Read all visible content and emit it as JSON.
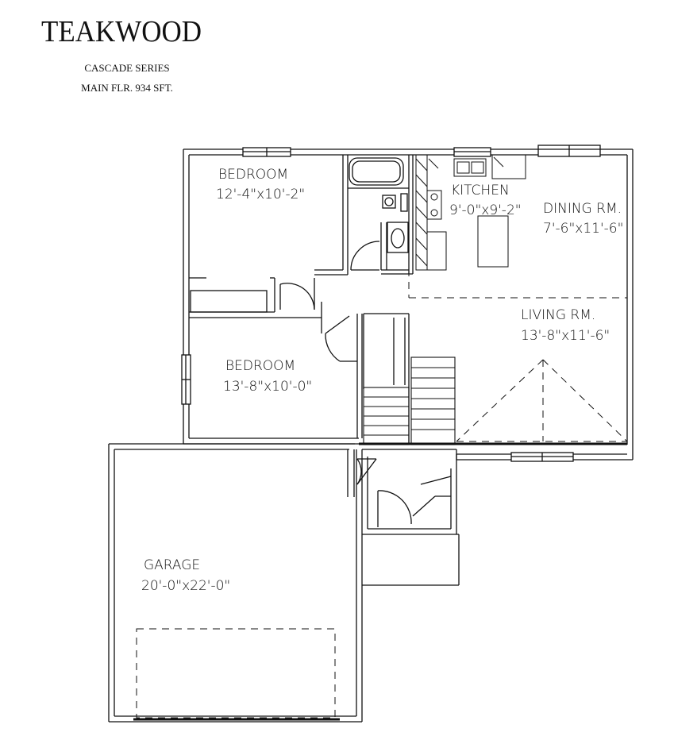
{
  "header": {
    "title": "TEAKWOOD",
    "series": "CASCADE SERIES",
    "area": "MAIN FLR. 934 SFT."
  },
  "rooms": {
    "bedroom1": {
      "name": "BEDROOM",
      "dims": "12'-4\"x10'-2\""
    },
    "kitchen": {
      "name": "KITCHEN",
      "dims": "9'-0\"x9'-2\""
    },
    "dining": {
      "name": "DINING RM.",
      "dims": "7'-6\"x11'-6\""
    },
    "living": {
      "name": "LIVING RM.",
      "dims": "13'-8\"x11'-6\""
    },
    "bedroom2": {
      "name": "BEDROOM",
      "dims": "13'-8\"x10'-0\""
    },
    "garage": {
      "name": "GARAGE",
      "dims": "20'-0\"x22'-0\""
    }
  },
  "colors": {
    "line": "#111111",
    "background": "#ffffff"
  }
}
